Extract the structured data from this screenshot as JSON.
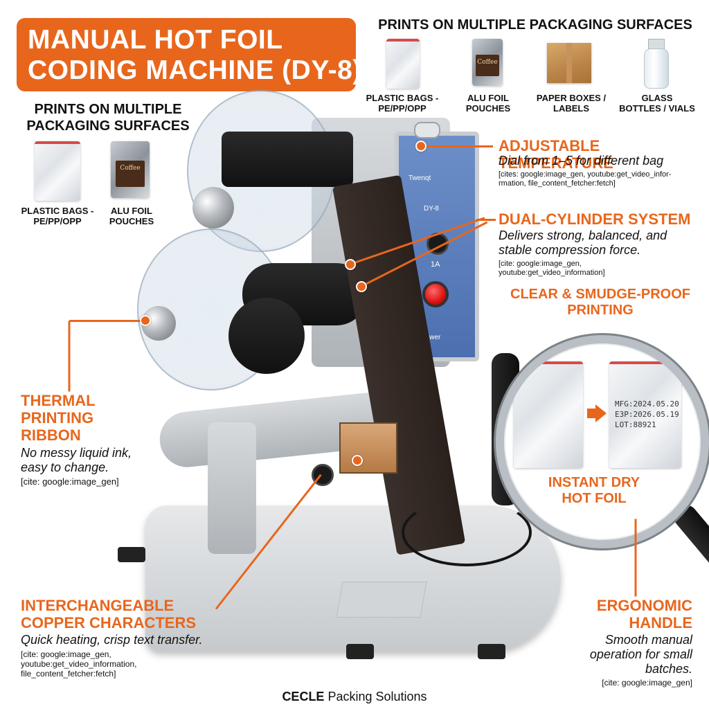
{
  "title": {
    "line1": "MANUAL HOT FOIL",
    "line2": "CODING MACHINE (DY-8)"
  },
  "top_surfaces": {
    "heading": "PRINTS ON MULTIPLE PACKAGING SURFACES",
    "items": [
      {
        "label_line1": "PLASTIC BAGS -",
        "label_line2": "PE/PP/OPP"
      },
      {
        "label_line1": "ALU FOIL",
        "label_line2": "POUCHES",
        "pouch_text": "Coffee"
      },
      {
        "label_line1": "PAPER BOXES /",
        "label_line2": "LABELS"
      },
      {
        "label_line1": "GLASS",
        "label_line2": "BOTTLES / VIALS"
      }
    ]
  },
  "left_surfaces": {
    "heading_line1": "PRINTS ON MULTIPLE",
    "heading_line2": "PACKAGING SURFACES",
    "items": [
      {
        "label_line1": "PLASTIC BAGS -",
        "label_line2": "PE/PP/OPP"
      },
      {
        "label_line1": "ALU FOIL",
        "label_line2": "POUCHES",
        "pouch_text": "Coffee"
      }
    ]
  },
  "features": {
    "adjustable_temperature": {
      "heading": "ADJUSTABLE TEMPERATURE",
      "desc": "Dial from 1–5 for different bag",
      "cite_line1": "[cites: google:image_gen, youtube:get_video_infor-",
      "cite_line2": "rmation, file_content_fetcher:fetch]"
    },
    "dual_cylinder": {
      "heading": "DUAL-CYLINDER SYSTEM",
      "desc_line1": "Delivers strong, balanced, and",
      "desc_line2": "stable compression force.",
      "cite_line1": "[cite: google:image_gen,",
      "cite_line2": "youtube:get_video_information]"
    },
    "clear_printing": {
      "heading_line1": "CLEAR & SMUDGE-PROOF",
      "heading_line2": "PRINTING"
    },
    "thermal_ribbon": {
      "heading_line1": "THERMAL",
      "heading_line2": "PRINTING",
      "heading_line3": "RIBBON",
      "desc_line1": "No messy liquid ink,",
      "desc_line2": "easy to change.",
      "cite": "[cite: google:image_gen]"
    },
    "copper_characters": {
      "heading_line1": "INTERCHANGEABLE",
      "heading_line2": "COPPER CHARACTERS",
      "desc": "Quick heating, crisp text transfer.",
      "cite_line1": "[cite: google:image_gen,",
      "cite_line2": "youtube:get_video_information,",
      "cite_line3": "file_content_fetcher:fetch]"
    },
    "ergonomic_handle": {
      "heading_line1": "ERGONOMIC",
      "heading_line2": "HANDLE",
      "desc_line1": "Smooth manual",
      "desc_line2": "operation for small",
      "desc_line3": "batches.",
      "cite": "[cite: google:image_gen]"
    }
  },
  "magnifier": {
    "print_line1": "MFG:2024.05.20",
    "print_line2": "E3P:2026.05.19",
    "print_line3": "LOT:88921",
    "label_line1": "INSTANT DRY",
    "label_line2": "HOT FOIL"
  },
  "machine": {
    "panel_brand": "Twenqt",
    "panel_model": "DY-8",
    "panel_fuse": "1A",
    "panel_power": "Power"
  },
  "footer": {
    "brand": "CECLE",
    "rest": " Packing Solutions"
  },
  "colors": {
    "accent": "#e8661c",
    "text": "#111111",
    "panel_blue": "#5a7dbd"
  }
}
